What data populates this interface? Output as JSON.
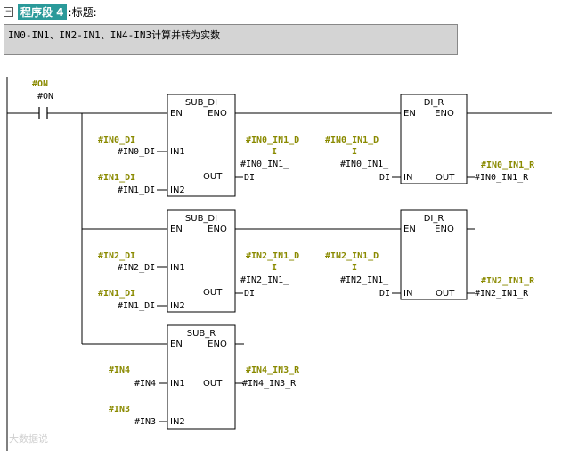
{
  "header": {
    "collapse_icon": "minus-box-icon",
    "network_label": "程序段 4",
    "title_label": ":标题:"
  },
  "comment": "IN0-IN1、IN2-IN1、IN4-IN3计算并转为实数",
  "contact": {
    "symbol": "#ON",
    "address": "#ON"
  },
  "blocks": {
    "sub_di_1": {
      "name": "SUB_DI",
      "en": "EN",
      "eno": "ENO",
      "in1": "IN1",
      "in2": "IN2",
      "out": "OUT",
      "in1_sym": "#IN0_DI",
      "in1_addr": "#IN0_DI",
      "in2_sym": "#IN1_DI",
      "in2_addr": "#IN1_DI",
      "out_sym": [
        "#IN0_IN1_D",
        "I"
      ],
      "out_addr": [
        "#IN0_IN1_",
        "DI"
      ]
    },
    "di_r_1": {
      "name": "DI_R",
      "en": "EN",
      "eno": "ENO",
      "in": "IN",
      "out": "OUT",
      "in_sym": [
        "#IN0_IN1_D",
        "I"
      ],
      "in_addr": [
        "#IN0_IN1_",
        "DI"
      ],
      "out_sym": "#IN0_IN1_R",
      "out_addr": "#IN0_IN1_R"
    },
    "sub_di_2": {
      "name": "SUB_DI",
      "en": "EN",
      "eno": "ENO",
      "in1": "IN1",
      "in2": "IN2",
      "out": "OUT",
      "in1_sym": "#IN2_DI",
      "in1_addr": "#IN2_DI",
      "in2_sym": "#IN1_DI",
      "in2_addr": "#IN1_DI",
      "out_sym": [
        "#IN2_IN1_D",
        "I"
      ],
      "out_addr": [
        "#IN2_IN1_",
        "DI"
      ]
    },
    "di_r_2": {
      "name": "DI_R",
      "en": "EN",
      "eno": "ENO",
      "in": "IN",
      "out": "OUT",
      "in_sym": [
        "#IN2_IN1_D",
        "I"
      ],
      "in_addr": [
        "#IN2_IN1_",
        "DI"
      ],
      "out_sym": "#IN2_IN1_R",
      "out_addr": "#IN2_IN1_R"
    },
    "sub_r": {
      "name": "SUB_R",
      "en": "EN",
      "eno": "ENO",
      "in1": "IN1",
      "in2": "IN2",
      "out": "OUT",
      "in1_sym": "#IN4",
      "in1_addr": "#IN4",
      "in2_sym": "#IN3",
      "in2_addr": "#IN3",
      "out_sym": "#IN4_IN3_R",
      "out_addr": "#IN4_IN3_R"
    }
  },
  "watermark": "大数据说",
  "colors": {
    "symbol": "#8a8a00",
    "network_label_bg": "#2a9a9a",
    "comment_bg": "#d4d4d4"
  }
}
